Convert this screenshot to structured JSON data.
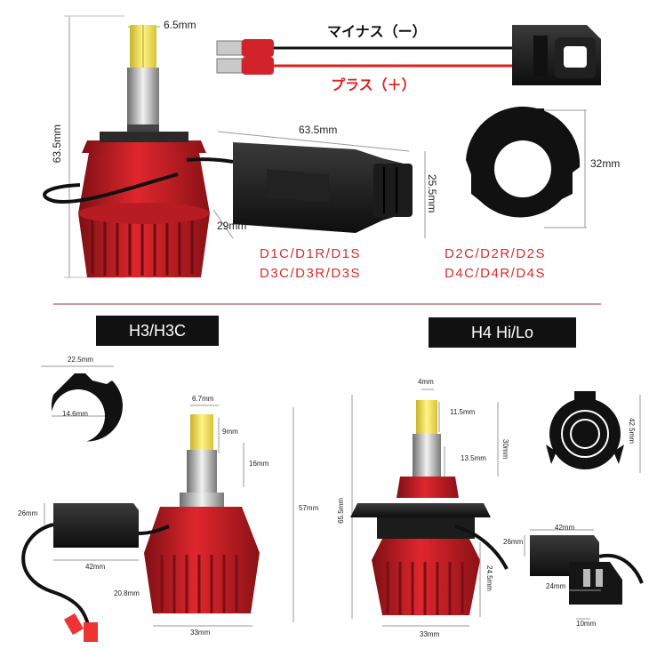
{
  "top": {
    "bulb_tip_width": "6.5mm",
    "bulb_height": "63.5mm",
    "driver_length": "63.5mm",
    "driver_height": "25.5mm",
    "driver_width": "29mm",
    "adapter_diameter": "32mm",
    "wire_minus": "マイナス（ー）",
    "wire_plus": "プラス（＋）",
    "compat_d1": "D1C/D1R/D1S",
    "compat_d3": "D3C/D3R/D3S",
    "compat_d2": "D2C/D2R/D2S",
    "compat_d4": "D4C/D4R/D4S"
  },
  "h3": {
    "title": "H3/H3C",
    "ring_outer": "22.5mm",
    "ring_inner": "14.6mm",
    "tip_width": "6.7mm",
    "chip_len": "9mm",
    "tube_len": "16mm",
    "total_height": "57mm",
    "driver_h": "26mm",
    "driver_len": "42mm",
    "base_h": "20.8mm",
    "base_w": "33mm"
  },
  "h4": {
    "title": "H4 Hi/Lo",
    "tip_width": "4mm",
    "chip_len": "11.5mm",
    "tube_len": "13.5mm",
    "upper_len": "30mm",
    "total_height": "65.5mm",
    "flange_dia": "42.5mm",
    "base_h": "24.5mm",
    "base_w": "33mm",
    "driver_h": "26mm",
    "driver_len": "42mm",
    "plug_w": "24mm",
    "pin_w": "10mm"
  },
  "colors": {
    "heatsink_red": "#d8232a",
    "heatsink_dark": "#8e1418",
    "chip_yellow": "#f3e24a",
    "label_red": "#d92b2b",
    "tag_bg": "#111111"
  }
}
